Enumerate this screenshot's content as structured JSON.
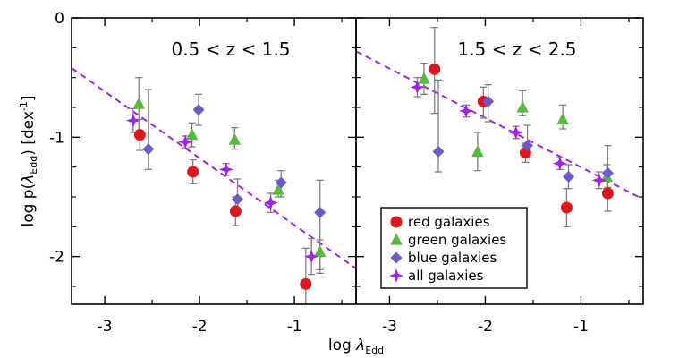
{
  "chart_data": {
    "type": "scatter",
    "ylabel": {
      "main": "log p(",
      "sym": "λ",
      "sub": "Edd",
      "unit_pre": ") [dex",
      "sup": "-1",
      "unit_post": "]"
    },
    "xlabel": {
      "main": "log ",
      "sym": "λ",
      "sub": "Edd"
    },
    "xlim": [
      -3.35,
      -0.35
    ],
    "ylim": [
      -2.4,
      0
    ],
    "y_ticks": [
      0,
      -1,
      -2
    ],
    "y_tick_labels": [
      "0",
      "-1",
      "-2"
    ],
    "x_ticks": [
      -3,
      -2,
      -1
    ],
    "x_tick_labels": [
      "-3",
      "-2",
      "-1"
    ],
    "grid": false,
    "legend_placement": "lower-right of second panel",
    "colors": {
      "red": "#e0161c",
      "green": "#55bb3c",
      "blue": "#6a5acd",
      "all": "#a020f0",
      "errorbar": "#808080",
      "fit": "#a020f0"
    },
    "legend": [
      {
        "key": "red",
        "label": "red galaxies",
        "marker": "circle"
      },
      {
        "key": "green",
        "label": "green galaxies",
        "marker": "triangle"
      },
      {
        "key": "blue",
        "label": "blue galaxies",
        "marker": "diamond"
      },
      {
        "key": "all",
        "label": "all galaxies",
        "marker": "star"
      }
    ],
    "panels": [
      {
        "title": "0.5 < z < 1.5",
        "fit_line": {
          "x": [
            -3.35,
            -0.35
          ],
          "y": [
            -0.42,
            -2.1
          ]
        },
        "series": [
          {
            "key": "red",
            "points": [
              {
                "x": -2.63,
                "y": -0.98,
                "lo": 0.13,
                "hi": 0.13
              },
              {
                "x": -2.07,
                "y": -1.29,
                "lo": 0.1,
                "hi": 0.1
              },
              {
                "x": -1.62,
                "y": -1.62,
                "lo": 0.12,
                "hi": 0.12
              },
              {
                "x": -0.88,
                "y": -2.23,
                "lo": 0.2,
                "hi": 0.3
              }
            ]
          },
          {
            "key": "green",
            "points": [
              {
                "x": -2.64,
                "y": -0.72,
                "lo": 0.25,
                "hi": 0.22
              },
              {
                "x": -2.08,
                "y": -0.98,
                "lo": 0.1,
                "hi": 0.1
              },
              {
                "x": -1.63,
                "y": -1.02,
                "lo": 0.08,
                "hi": 0.1
              },
              {
                "x": -1.17,
                "y": -1.44,
                "lo": 0.06,
                "hi": 0.08
              },
              {
                "x": -0.73,
                "y": -1.96,
                "lo": 0.18,
                "hi": 0.1
              }
            ]
          },
          {
            "key": "blue",
            "points": [
              {
                "x": -2.54,
                "y": -1.1,
                "lo": 0.17,
                "hi": 0.5
              },
              {
                "x": -2.01,
                "y": -0.77,
                "lo": 0.13,
                "hi": 0.13
              },
              {
                "x": -1.6,
                "y": -1.52,
                "lo": 0.12,
                "hi": 0.17
              },
              {
                "x": -1.14,
                "y": -1.38,
                "lo": 0.12,
                "hi": 0.1
              },
              {
                "x": -0.73,
                "y": -1.63,
                "lo": 0.48,
                "hi": 0.27
              }
            ]
          },
          {
            "key": "all",
            "points": [
              {
                "x": -2.7,
                "y": -0.86,
                "lo": 0.1,
                "hi": 0.1
              },
              {
                "x": -2.15,
                "y": -1.04,
                "lo": 0.05,
                "hi": 0.05
              },
              {
                "x": -1.72,
                "y": -1.27,
                "lo": 0.05,
                "hi": 0.05
              },
              {
                "x": -1.25,
                "y": -1.55,
                "lo": 0.08,
                "hi": 0.08
              },
              {
                "x": -0.82,
                "y": -2.0,
                "lo": 0.15,
                "hi": 0.15
              }
            ]
          }
        ]
      },
      {
        "title": "1.5 < z < 2.5",
        "fit_line": {
          "x": [
            -3.35,
            -0.35
          ],
          "y": [
            -0.28,
            -1.52
          ]
        },
        "series": [
          {
            "key": "red",
            "points": [
              {
                "x": -2.53,
                "y": -0.43,
                "lo": 0.37,
                "hi": 0.35
              },
              {
                "x": -2.02,
                "y": -0.7,
                "lo": 0.14,
                "hi": 0.12
              },
              {
                "x": -1.58,
                "y": -1.13,
                "lo": 0.08,
                "hi": 0.08
              },
              {
                "x": -1.15,
                "y": -1.59,
                "lo": 0.16,
                "hi": 0.16
              },
              {
                "x": -0.72,
                "y": -1.47,
                "lo": 0.15,
                "hi": 0.15
              }
            ]
          },
          {
            "key": "green",
            "points": [
              {
                "x": -2.64,
                "y": -0.51,
                "lo": 0.13,
                "hi": 0.13
              },
              {
                "x": -2.08,
                "y": -1.12,
                "lo": 0.16,
                "hi": 0.16
              },
              {
                "x": -1.61,
                "y": -0.75,
                "lo": 0.07,
                "hi": 0.14
              },
              {
                "x": -1.19,
                "y": -0.85,
                "lo": 0.08,
                "hi": 0.12
              },
              {
                "x": -0.73,
                "y": -1.33,
                "lo": 0.1,
                "hi": 0.1
              }
            ]
          },
          {
            "key": "blue",
            "points": [
              {
                "x": -2.49,
                "y": -1.12,
                "lo": 0.17,
                "hi": 0.6
              },
              {
                "x": -1.97,
                "y": -0.7,
                "lo": 0.17,
                "hi": 0.14
              },
              {
                "x": -1.56,
                "y": -1.07,
                "lo": 0.09,
                "hi": 0.17
              },
              {
                "x": -1.13,
                "y": -1.33,
                "lo": 0.1,
                "hi": 0.1
              },
              {
                "x": -0.72,
                "y": -1.3,
                "lo": 0.12,
                "hi": 0.23
              }
            ]
          },
          {
            "key": "all",
            "points": [
              {
                "x": -2.71,
                "y": -0.58,
                "lo": 0.08,
                "hi": 0.08
              },
              {
                "x": -2.2,
                "y": -0.78,
                "lo": 0.05,
                "hi": 0.05
              },
              {
                "x": -1.68,
                "y": -0.96,
                "lo": 0.05,
                "hi": 0.05
              },
              {
                "x": -1.22,
                "y": -1.22,
                "lo": 0.05,
                "hi": 0.05
              },
              {
                "x": -0.81,
                "y": -1.36,
                "lo": 0.07,
                "hi": 0.07
              }
            ]
          }
        ]
      }
    ]
  }
}
